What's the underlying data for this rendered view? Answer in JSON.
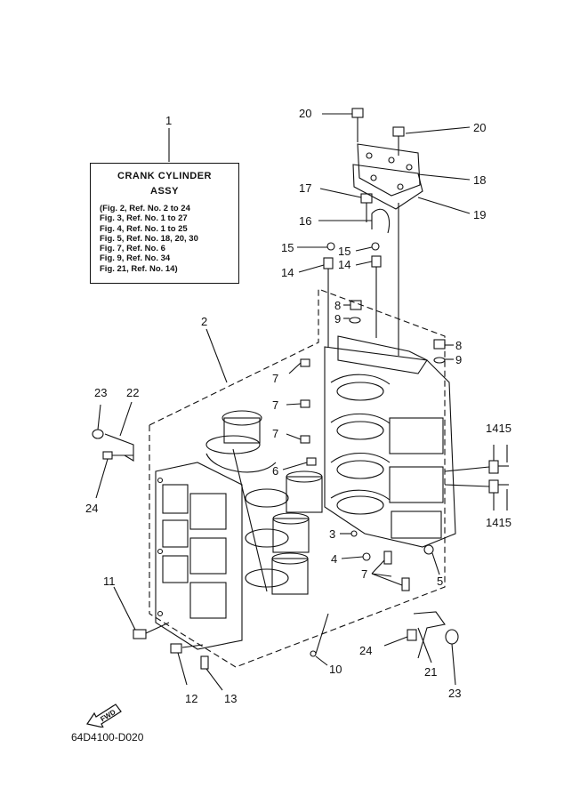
{
  "legend": {
    "title_line1": "CRANK CYLINDER",
    "title_line2": "ASSY",
    "refs": [
      "(Fig. 2, Ref. No. 2 to 24",
      "Fig. 3, Ref. No. 1 to 27",
      "Fig. 4, Ref. No. 1 to 25",
      "Fig. 5, Ref. No. 18, 20, 30",
      "Fig. 7, Ref. No. 6",
      "Fig. 9, Ref. No. 34",
      "Fig. 21, Ref. No. 14)"
    ]
  },
  "callouts": {
    "c1": "1",
    "c2": "2",
    "c3": "3",
    "c4": "4",
    "c5": "5",
    "c6": "6",
    "c7a": "7",
    "c7b": "7",
    "c7c": "7",
    "c7d": "7",
    "c8a": "8",
    "c8b": "8",
    "c9a": "9",
    "c9b": "9",
    "c10": "10",
    "c11": "11",
    "c12": "12",
    "c13": "13",
    "c14a": "14",
    "c14b": "14",
    "c14c": "1415",
    "c14d": "1415",
    "c15a": "15",
    "c15b": "15",
    "c16": "16",
    "c17": "17",
    "c18": "18",
    "c19": "19",
    "c20a": "20",
    "c20b": "20",
    "c21": "21",
    "c22": "22",
    "c23a": "23",
    "c23b": "23",
    "c24a": "24",
    "c24b": "24"
  },
  "fwd_label": "FWD",
  "drawing_code": "64D4100-D020"
}
